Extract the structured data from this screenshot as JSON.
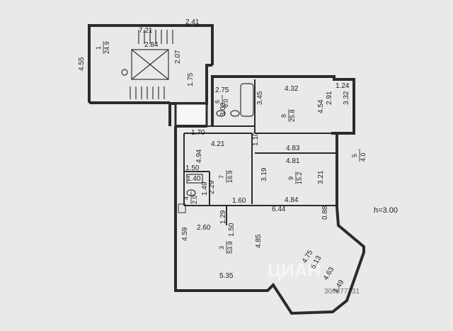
{
  "plan": {
    "ceiling_height": "h=3.00",
    "watermark": "ЦИАН",
    "watermark_id": "306877731",
    "dimensions": [
      "2.41",
      "7.21",
      "2.84",
      "4.55",
      "2.07",
      "1.75",
      "2.75",
      "3.03",
      "4.32",
      "1.24",
      "3.45",
      "2.91",
      "4.54",
      "3.32",
      "1.70",
      "4.21",
      "1.10",
      "4.94",
      "4.83",
      "4.81",
      "3.19",
      "3.21",
      "1.50",
      "1.40",
      "2.29",
      "1.49",
      "1.60",
      "4.84",
      "6.44",
      "0.88",
      "1.50",
      "1.29",
      "2.60",
      "4.85",
      "4.59",
      "4.75",
      "5.13",
      "4.63",
      "5.35",
      "1.49"
    ],
    "rooms": [
      {
        "number": "1",
        "area": "24.9"
      },
      {
        "number": "6",
        "area": "6.0"
      },
      {
        "number": "8",
        "area": "25.8"
      },
      {
        "number": "7",
        "area": "16.9"
      },
      {
        "number": "9",
        "area": "15.2"
      },
      {
        "number": "4",
        "area": "2.0"
      },
      {
        "number": "3",
        "area": "53.9"
      },
      {
        "number": "5",
        "area": "4.0"
      }
    ]
  }
}
